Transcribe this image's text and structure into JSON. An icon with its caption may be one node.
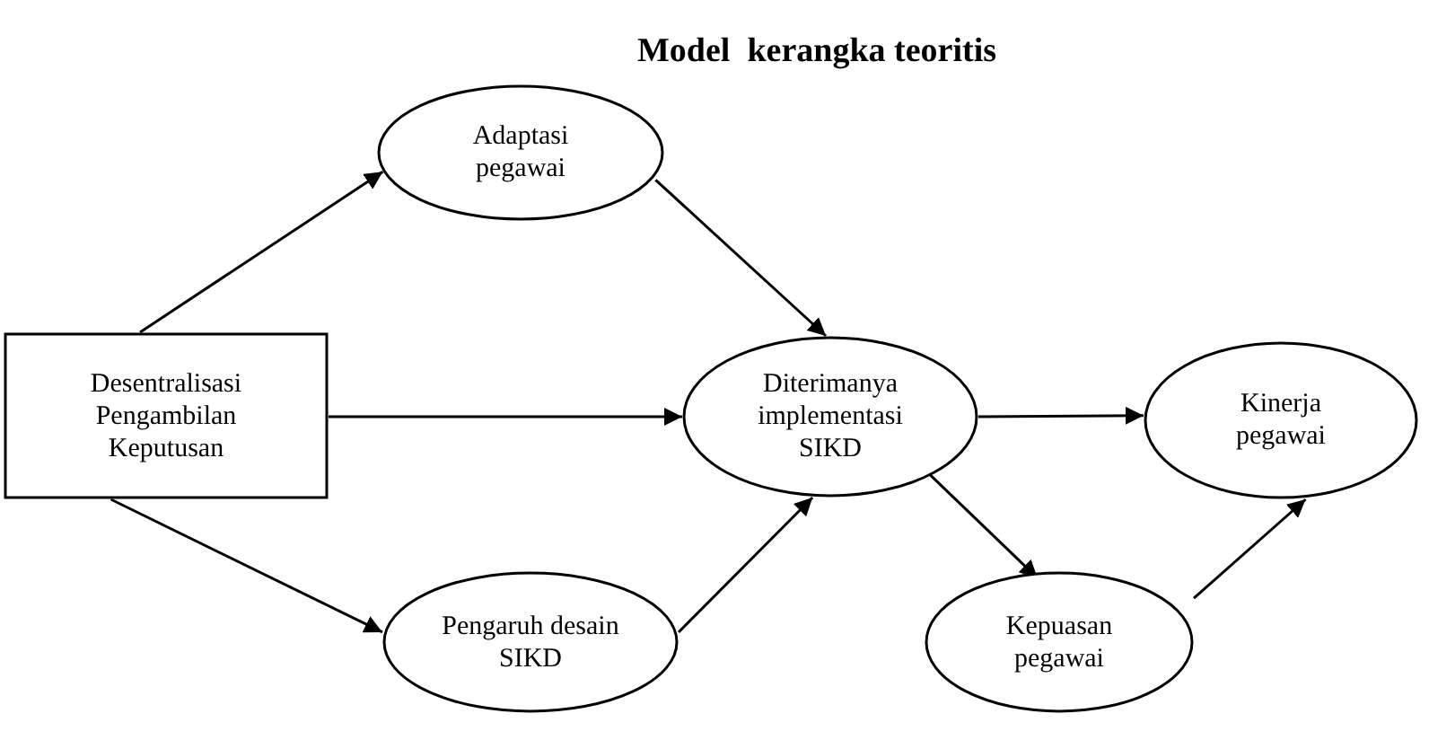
{
  "diagram": {
    "title": "Model  kerangka teoritis",
    "nodes": [
      {
        "text": [
          "Desentralisasi Pengambilan Keputusan"
        ]
      },
      {
        "text": [
          "Adaptasi pegawai"
        ]
      },
      {
        "text": [
          "Diterimanya implementasi SIKD"
        ]
      },
      {
        "text": [
          "Pengaruh desain SIKD"
        ]
      },
      {
        "text": [
          "Kinerja pegawai"
        ]
      },
      {
        "text": [
          "Kepuasan pegawai"
        ]
      }
    ],
    "edges": [
      {
        "from": 0,
        "to": 1,
        "arrow": "to"
      },
      {
        "from": 1,
        "to": 2,
        "arrow": "to"
      },
      {
        "from": 0,
        "to": 2,
        "arrow": "to"
      },
      {
        "from": 0,
        "to": 3,
        "arrow": "to"
      },
      {
        "from": 3,
        "to": 2,
        "arrow": "to"
      },
      {
        "from": 2,
        "to": 4,
        "arrow": "to"
      },
      {
        "from": 2,
        "to": 5,
        "arrow": "to"
      },
      {
        "from": 5,
        "to": 4,
        "arrow": "to"
      }
    ]
  }
}
